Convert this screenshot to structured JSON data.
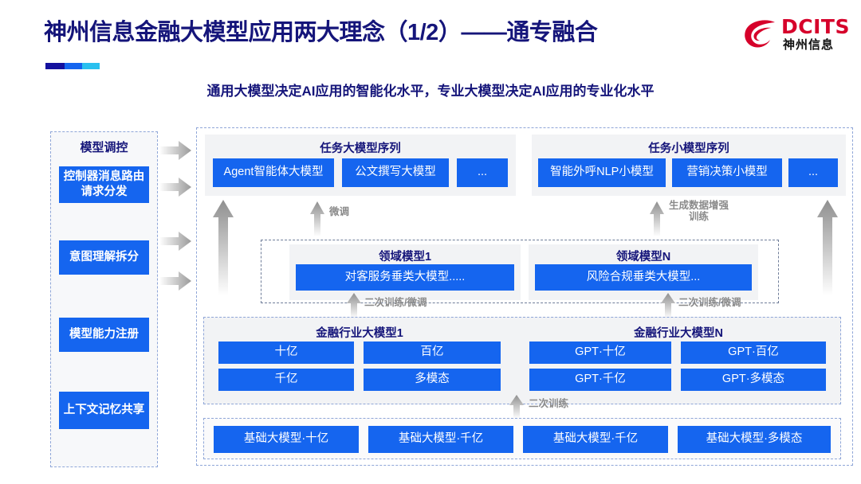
{
  "header": {
    "title": "神州信息金融大模型应用两大理念（1/2）——通专融合",
    "subtitle": "通用大模型决定AI应用的智能化水平，专业大模型决定AI应用的专业化水平",
    "logo_en": "DCITS",
    "logo_cn": "神州信息",
    "accent_colors": [
      "#14119e",
      "#1565ef",
      "#29c0ef"
    ],
    "title_color": "#15157a",
    "logo_color": "#d6002a"
  },
  "left_panel": {
    "title": "模型调控",
    "items": [
      {
        "label": "控制器消息路由请求分发"
      },
      {
        "label": "意图理解拆分"
      },
      {
        "label": "模型能力注册"
      },
      {
        "label": "上下文记忆共享"
      }
    ]
  },
  "task_sequences": [
    {
      "title": "任务大模型序列",
      "items": [
        "Agent智能体大模型",
        "公文撰写大模型",
        "..."
      ]
    },
    {
      "title": "任务小模型序列",
      "items": [
        "智能外呼NLP小模型",
        "营销决策小模型",
        "..."
      ]
    }
  ],
  "domain_models": [
    {
      "title": "领域模型1",
      "item": "对客服务垂类大模型....."
    },
    {
      "title": "领域模型N",
      "item": "风险合规垂类大模型..."
    }
  ],
  "industry_models": [
    {
      "title": "金融行业大模型1",
      "items": [
        "十亿",
        "百亿",
        "千亿",
        "多模态"
      ]
    },
    {
      "title": "金融行业大模型N",
      "items": [
        "GPT·十亿",
        "GPT·百亿",
        "GPT·千亿",
        "GPT·多模态"
      ]
    }
  ],
  "base_models": [
    "基础大模型·十亿",
    "基础大模型·千亿",
    "基础大模型·千亿",
    "基础大模型·多模态"
  ],
  "flow_labels": {
    "finetune": "微调",
    "data_aug_line1": "生成数据增强",
    "data_aug_line2": "训练",
    "retrain_finetune_left": "二次训练/微调",
    "retrain_finetune_right": "二次训练/微调",
    "retrain": "二次训练"
  },
  "colors": {
    "box_blue": "#1565ef",
    "panel_gray": "#f2f3f5",
    "dashed_border": "#8fa6d8",
    "label_gray": "#8a8a8a"
  }
}
